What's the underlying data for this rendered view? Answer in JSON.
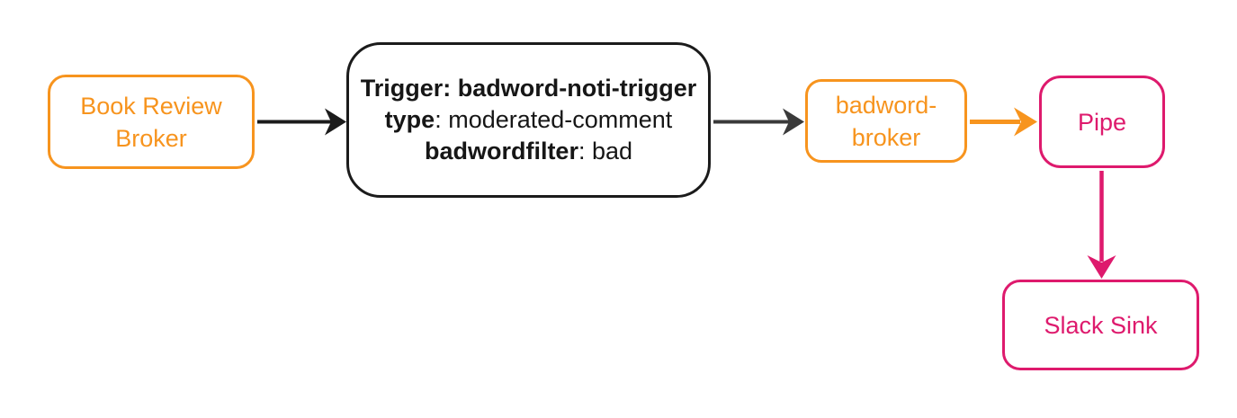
{
  "diagram_type": "flowchart",
  "colors": {
    "orange": "#F7941E",
    "pink": "#DE1A6D",
    "black": "#1B1B1B",
    "gray": "#3A3A3A",
    "canvas": "#FFFFFF"
  },
  "nodes": {
    "book_review_broker": {
      "label": "Book Review\nBroker"
    },
    "trigger": {
      "line1": "Trigger: badword-noti-trigger",
      "line2_key": "type",
      "line2_value": ": moderated-comment",
      "line3_key": "badwordfilter",
      "line3_value": ": bad"
    },
    "badword_broker": {
      "label": "badword-\nbroker"
    },
    "pipe": {
      "label": "Pipe"
    },
    "slack_sink": {
      "label": "Slack Sink"
    }
  },
  "edges": [
    {
      "from": "Book Review Broker",
      "to": "Trigger",
      "color": "#1B1B1B"
    },
    {
      "from": "Trigger",
      "to": "badword-broker",
      "color": "#3A3A3A"
    },
    {
      "from": "badword-broker",
      "to": "Pipe",
      "color": "#F7941E"
    },
    {
      "from": "Pipe",
      "to": "Slack Sink",
      "color": "#DE1A6D"
    }
  ]
}
